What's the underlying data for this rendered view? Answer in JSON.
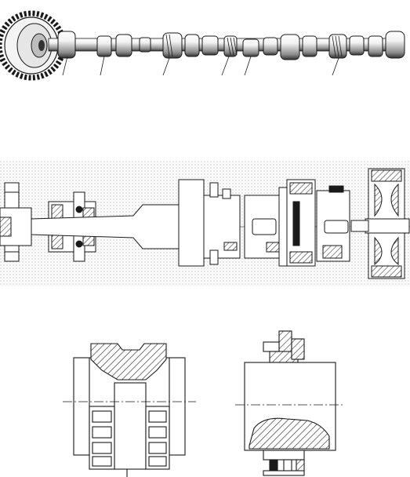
{
  "figures": [
    {
      "id": "camshaft-illustration",
      "kind": "perspective-drawing",
      "leader_lines": 6
    },
    {
      "id": "shaft-assembly-section",
      "kind": "engineering-section",
      "background": "stippled"
    },
    {
      "id": "gear-detail-left",
      "kind": "engineering-detail"
    },
    {
      "id": "gear-detail-right",
      "kind": "engineering-detail"
    }
  ],
  "colors": {
    "ink": "#1a1a1a",
    "paper": "#ffffff",
    "stipple": "#cfcfcf",
    "shade": "#d8d8d8"
  }
}
